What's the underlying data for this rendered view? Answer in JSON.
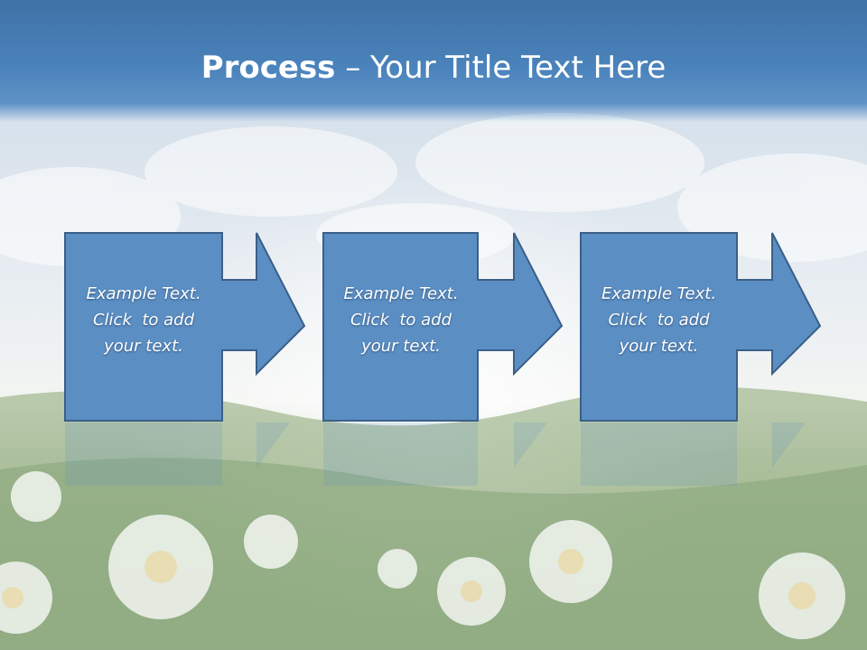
{
  "slide": {
    "title_bold": "Process",
    "title_rest": " – Your Title Text Here"
  },
  "steps": [
    {
      "line1": "Example Text.",
      "line2": "Click  to add",
      "line3": "your text."
    },
    {
      "line1": "Example Text.",
      "line2": "Click  to add",
      "line3": "your text."
    },
    {
      "line1": "Example Text.",
      "line2": "Click  to add",
      "line3": "your text."
    }
  ],
  "colors": {
    "title_band": "#4a82bb",
    "shape_fill": "#5b8fc4",
    "shape_stroke": "#3a5f88",
    "text": "#ffffff"
  }
}
